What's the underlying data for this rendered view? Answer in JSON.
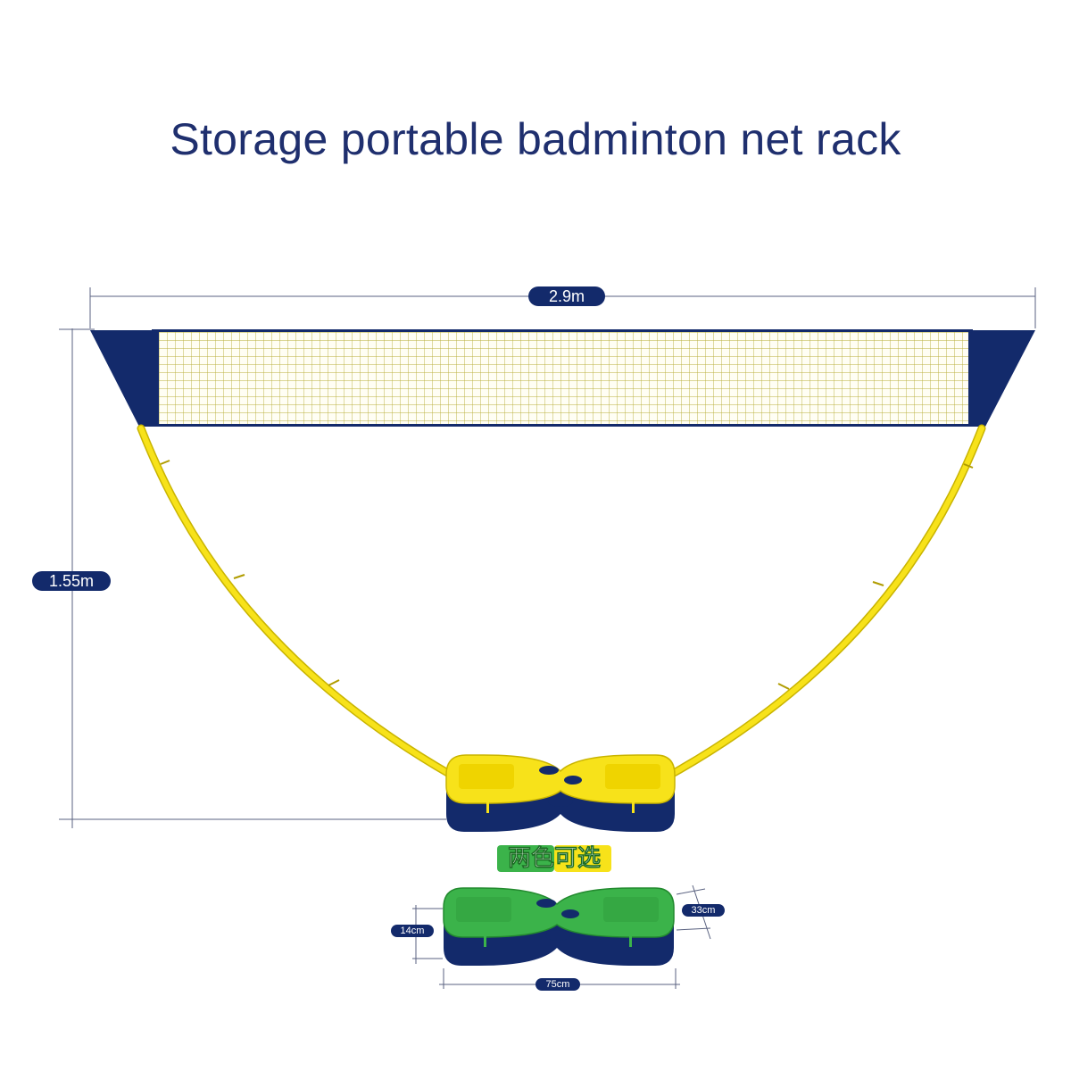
{
  "title": "Storage portable badminton net rack",
  "dimensions": {
    "width_label": "2.9m",
    "height_label": "1.55m",
    "base_height_label": "14cm",
    "base_depth_label": "33cm",
    "base_length_label": "75cm"
  },
  "color_option_label": "两色可选",
  "colors": {
    "navy": "#132a6b",
    "yellow": "#f7e21a",
    "yellow_dark": "#c9b400",
    "green": "#3bb34a",
    "green_dark": "#238a2f",
    "net_grid": "#b8ae3a",
    "dim_line": "#5a6280"
  }
}
